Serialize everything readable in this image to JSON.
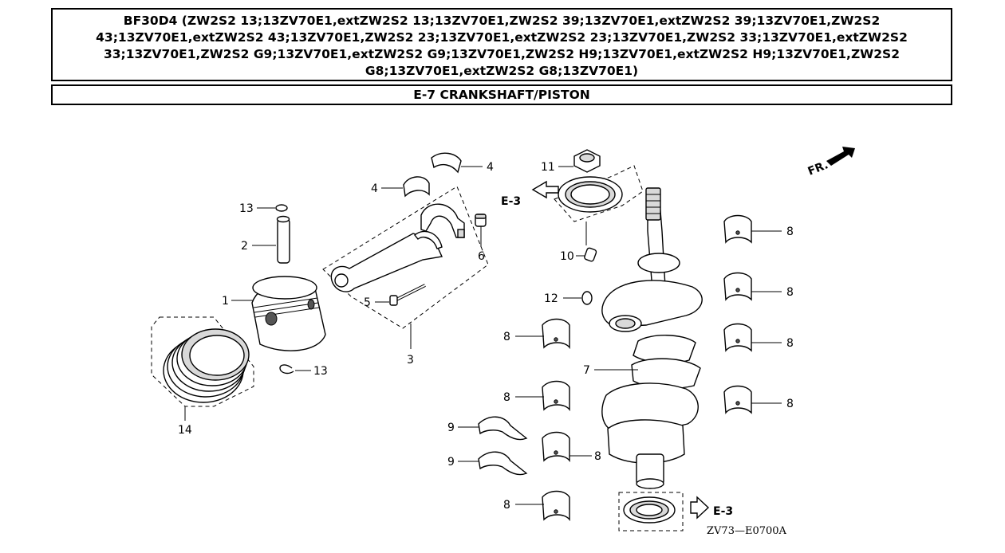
{
  "header": {
    "model_title": "BF30D4 (ZW2S2 13;13ZV70E1,extZW2S2 13;13ZV70E1,ZW2S2 39;13ZV70E1,extZW2S2 39;13ZV70E1,ZW2S2 43;13ZV70E1,extZW2S2 43;13ZV70E1,ZW2S2 23;13ZV70E1,extZW2S2 23;13ZV70E1,ZW2S2 33;13ZV70E1,extZW2S2 33;13ZV70E1,ZW2S2 G9;13ZV70E1,extZW2S2 G9;13ZV70E1,ZW2S2 H9;13ZV70E1,extZW2S2 H9;13ZV70E1,ZW2S2 G8;13ZV70E1,extZW2S2 G8;13ZV70E1)",
    "section_title": "E-7 CRANKSHAFT/PISTON"
  },
  "diagram": {
    "callouts": {
      "c1": "1",
      "c2": "2",
      "c3": "3",
      "c4a": "4",
      "c4b": "4",
      "c5": "5",
      "c6": "6",
      "c7": "7",
      "c8a": "8",
      "c8b": "8",
      "c8c": "8",
      "c8d": "8",
      "c8e": "8",
      "c8f": "8",
      "c8g": "8",
      "c8h": "8",
      "c9a": "9",
      "c9b": "9",
      "c10": "10",
      "c11": "11",
      "c12": "12",
      "c13a": "13",
      "c13b": "13",
      "c14": "14"
    },
    "ref_top": "E-3",
    "ref_bottom": "E-3",
    "direction_label": "FR.",
    "drawing_code": "ZV73—E0700A"
  }
}
